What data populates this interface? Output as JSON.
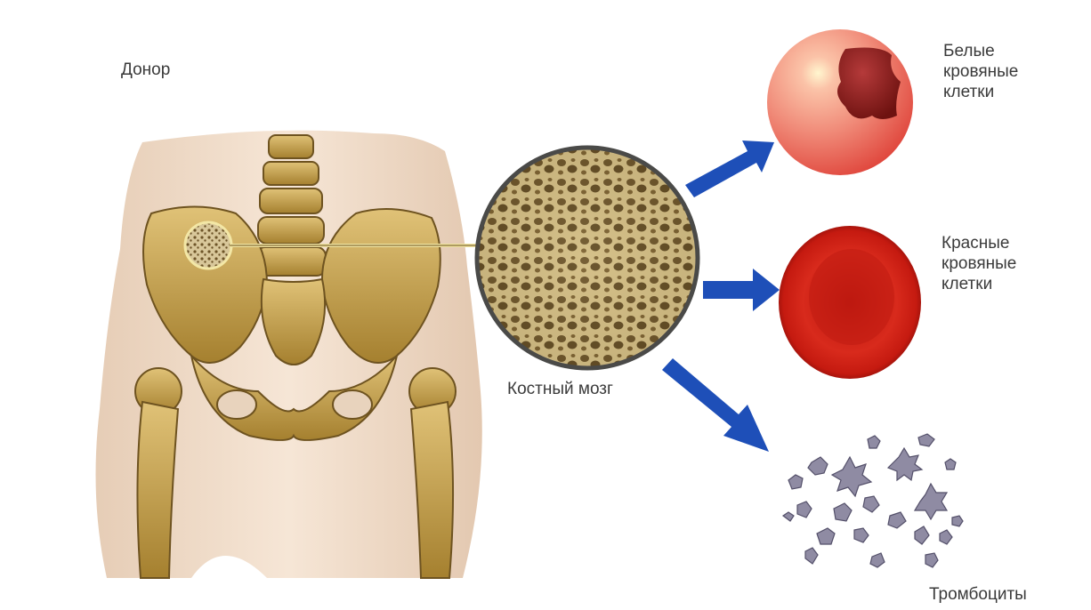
{
  "labels": {
    "donor": "Донор",
    "bone_marrow": "Костный мозг",
    "white_cells": [
      "Белые",
      "кровяные",
      "клетки"
    ],
    "red_cells": [
      "Красные",
      "кровяные",
      "клетки"
    ],
    "platelets": "Тромбоциты"
  },
  "colors": {
    "arrow": "#1e4fb8",
    "bone": "#c9a24e",
    "skin": "#f1ddc8",
    "red_cell": "#c81a10",
    "white_cell": "#f07a6a",
    "platelet": "#8f8ba3"
  }
}
